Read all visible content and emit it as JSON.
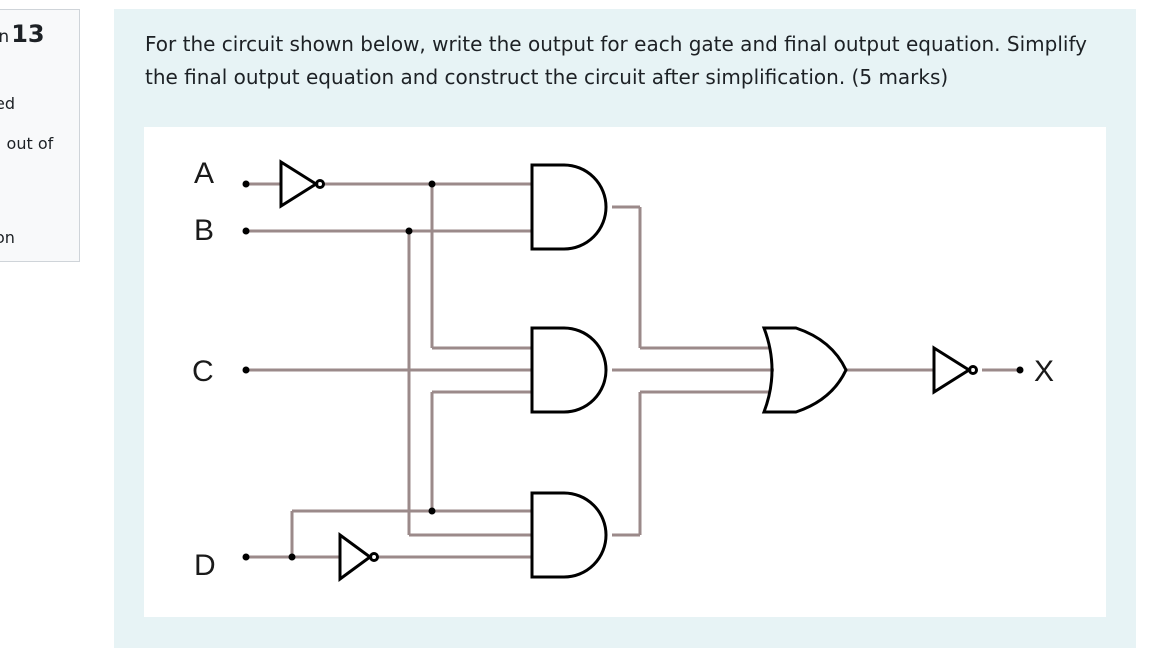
{
  "info": {
    "question_word": "on",
    "question_number": "13",
    "status_partial": "ed",
    "marks_partial": "l out of",
    "flag_partial": "on"
  },
  "question": {
    "text": "For the circuit shown below, write the output for each gate and final output equation. Simplify the final output equation and construct the circuit after simplification.  (5 marks)"
  },
  "diagram": {
    "inputs": [
      "A",
      "B",
      "C",
      "D"
    ],
    "output": "X",
    "wire_color": "#9b8a8a",
    "gate_color": "#000000"
  }
}
